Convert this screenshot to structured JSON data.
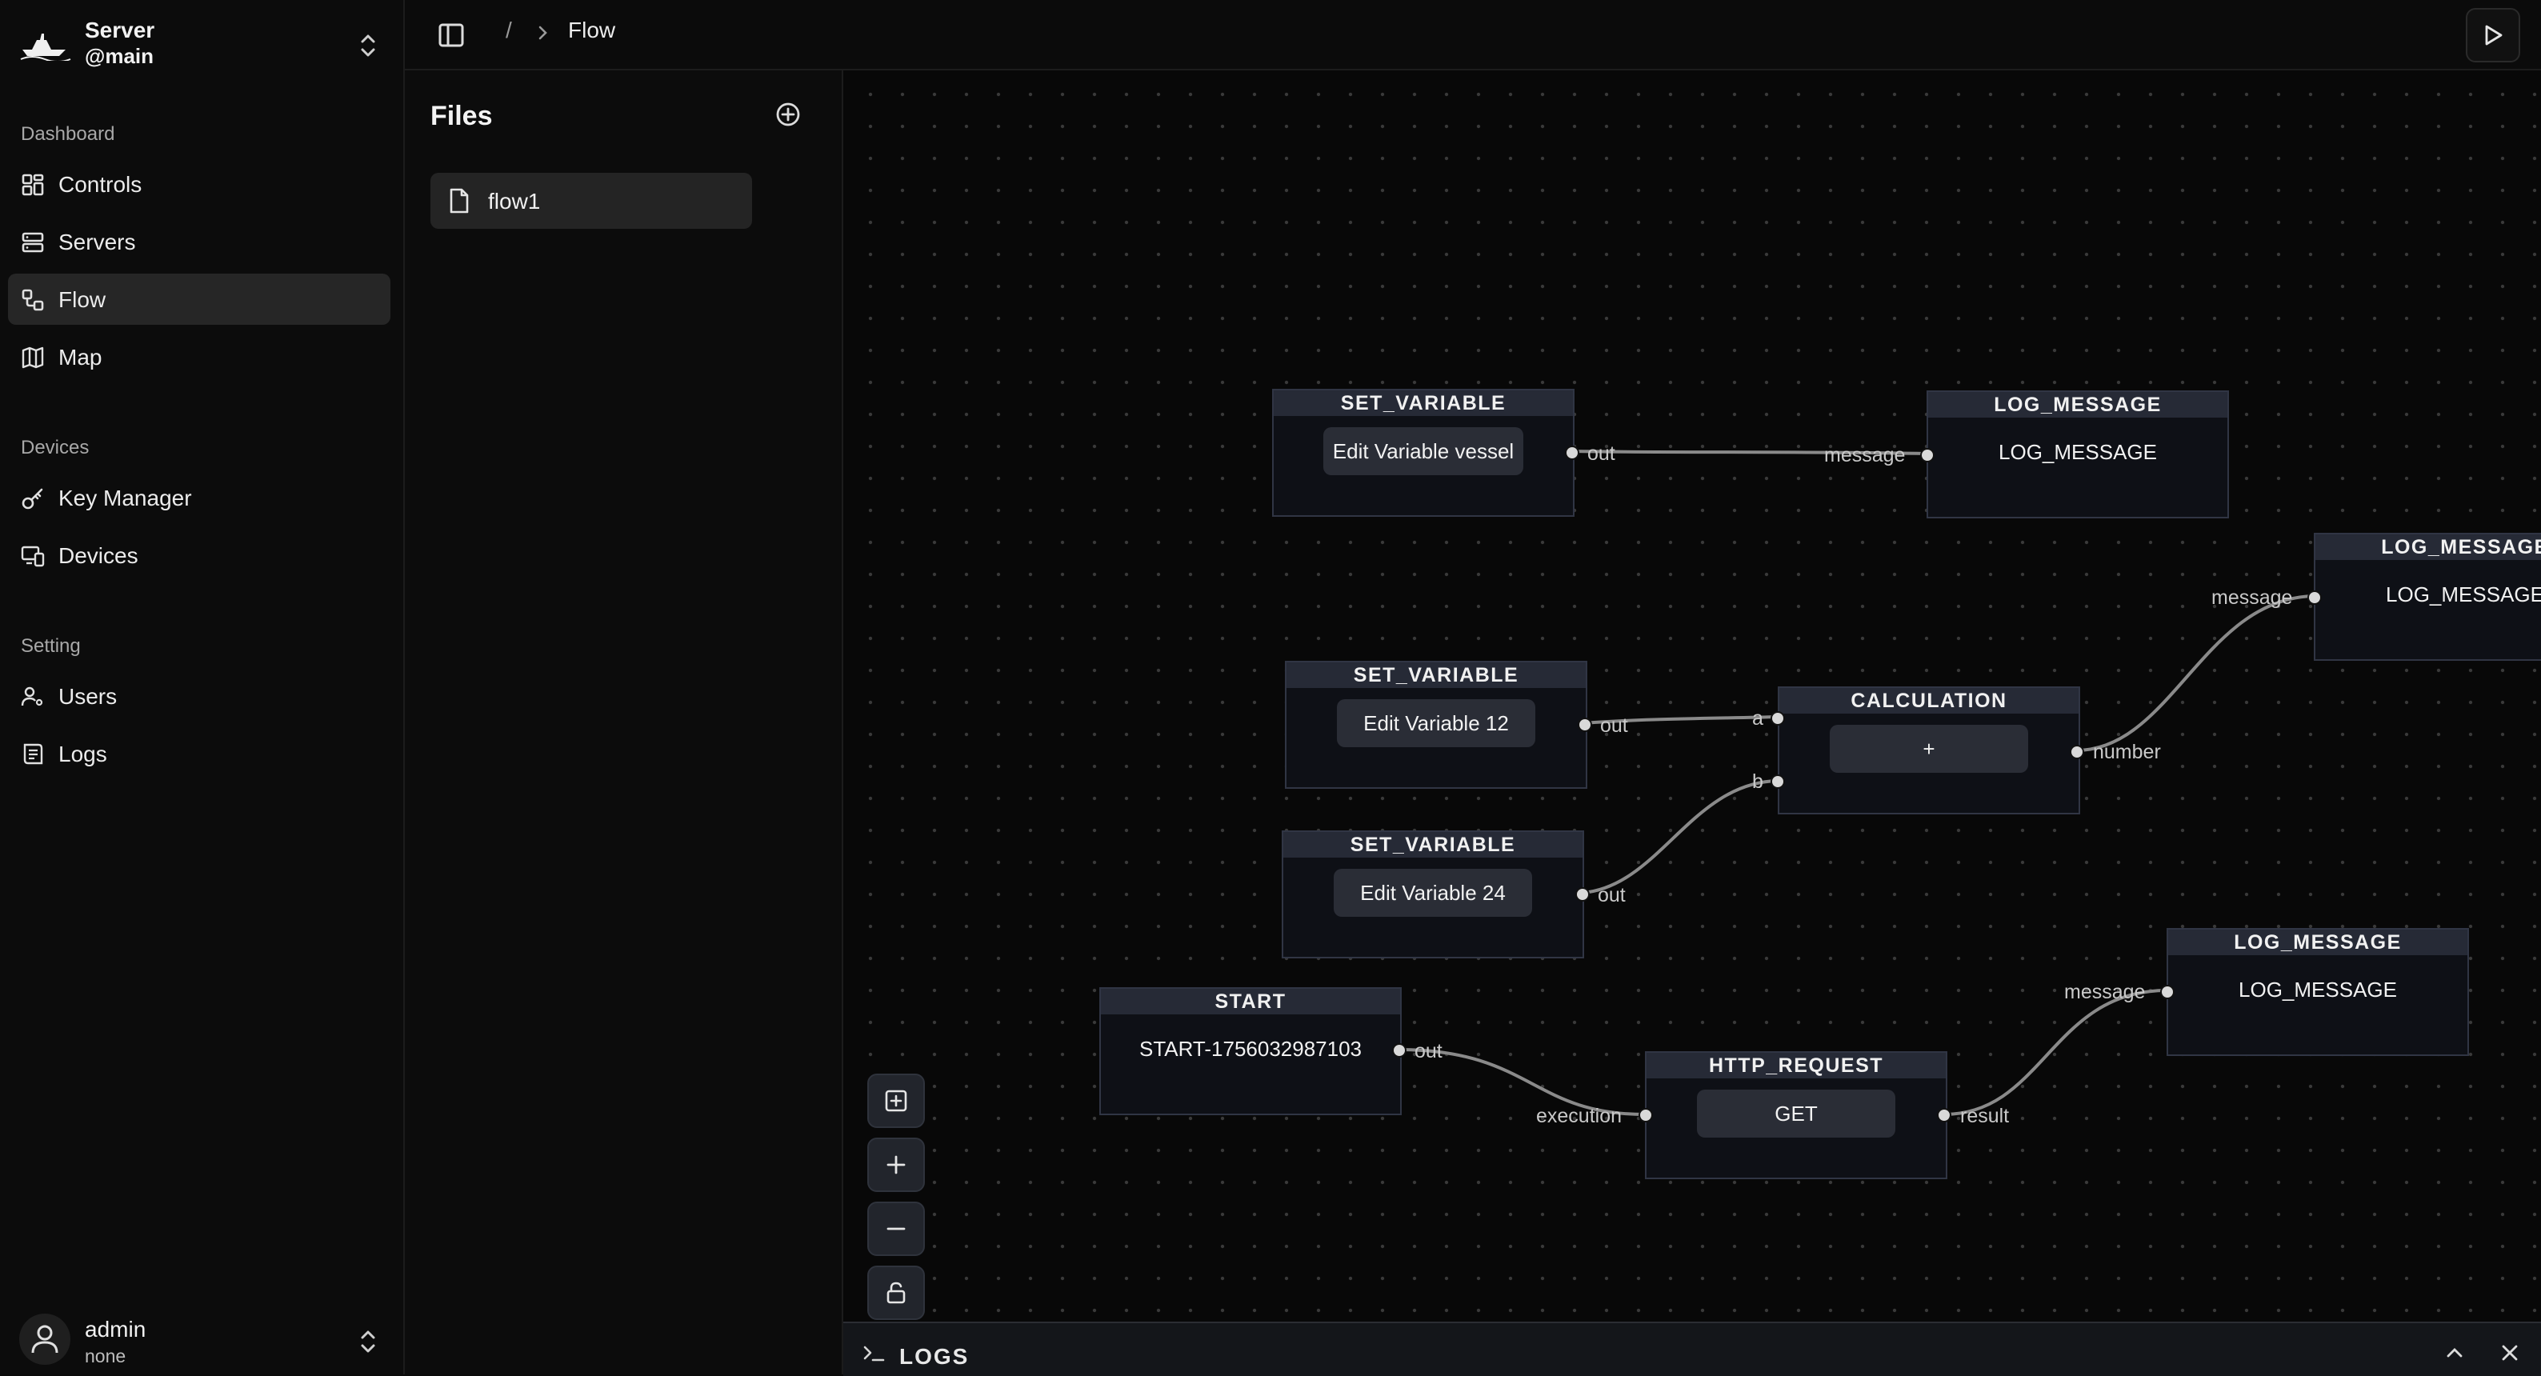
{
  "sidebar": {
    "brand": {
      "name": "Server",
      "branch": "@main"
    },
    "sections": [
      {
        "label": "Dashboard",
        "items": [
          {
            "label": "Controls",
            "icon": "grid-icon"
          },
          {
            "label": "Servers",
            "icon": "server-icon"
          },
          {
            "label": "Flow",
            "icon": "flow-icon",
            "active": true
          },
          {
            "label": "Map",
            "icon": "map-icon"
          }
        ]
      },
      {
        "label": "Devices",
        "items": [
          {
            "label": "Key Manager",
            "icon": "key-icon"
          },
          {
            "label": "Devices",
            "icon": "devices-icon"
          }
        ]
      },
      {
        "label": "Setting",
        "items": [
          {
            "label": "Users",
            "icon": "users-icon"
          },
          {
            "label": "Logs",
            "icon": "logs-icon"
          }
        ]
      }
    ],
    "user": {
      "name": "admin",
      "role": "none"
    }
  },
  "topbar": {
    "separator": "/",
    "current": "Flow"
  },
  "files": {
    "title": "Files",
    "items": [
      {
        "label": "flow1",
        "icon": "file-icon"
      }
    ]
  },
  "nodes": {
    "set_var_1": {
      "type": "SET_VARIABLE",
      "button": "Edit Variable vessel",
      "out": "out"
    },
    "log_1": {
      "type": "LOG_MESSAGE",
      "text": "LOG_MESSAGE",
      "in": "message"
    },
    "log_2": {
      "type": "LOG_MESSAGE",
      "text": "LOG_MESSAGE",
      "in": "message"
    },
    "set_var_2": {
      "type": "SET_VARIABLE",
      "button": "Edit Variable 12",
      "out": "out"
    },
    "calc": {
      "type": "CALCULATION",
      "button": "+",
      "in_a": "a",
      "in_b": "b",
      "out": "number"
    },
    "set_var_3": {
      "type": "SET_VARIABLE",
      "button": "Edit Variable 24",
      "out": "out"
    },
    "log_3": {
      "type": "LOG_MESSAGE",
      "text": "LOG_MESSAGE",
      "in": "message"
    },
    "start": {
      "type": "START",
      "text": "START-1756032987103",
      "out": "out"
    },
    "http": {
      "type": "HTTP_REQUEST",
      "button": "GET",
      "in": "execution",
      "out": "result"
    }
  },
  "controls": {
    "fit": "fit-view-icon",
    "zoom_in": "plus-icon",
    "zoom_out": "minus-icon",
    "lock": "unlock-icon"
  },
  "logs": {
    "label": "LOGS"
  },
  "colors": {
    "background": "#0a0a0a",
    "node_header": "#262a36",
    "active_nav": "#262626"
  }
}
